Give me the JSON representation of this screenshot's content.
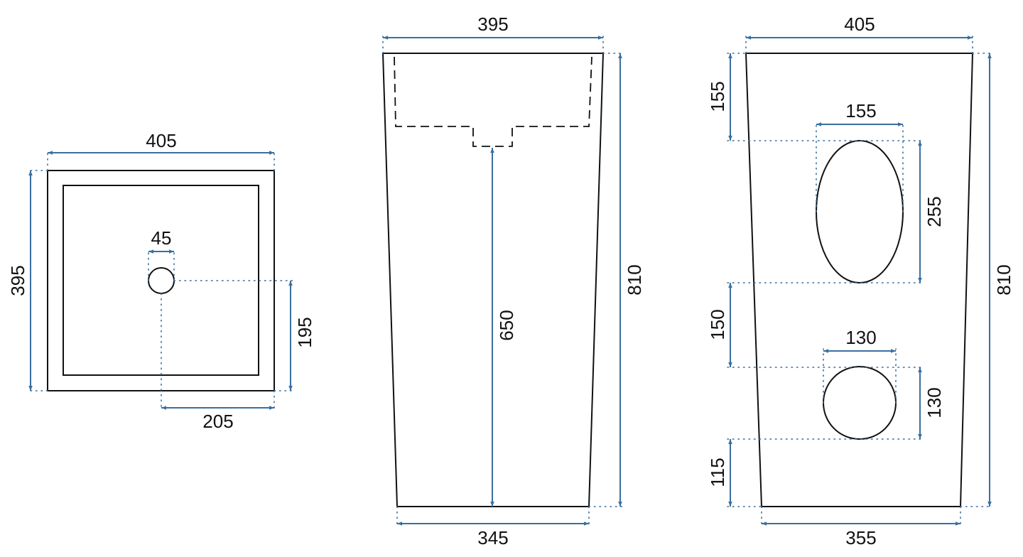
{
  "colors": {
    "outline": "#111111",
    "dimension": "#3a6f9e",
    "background": "#ffffff"
  },
  "top_view": {
    "width": "405",
    "depth": "395",
    "drain_diameter": "45",
    "drain_offset_y": "195",
    "drain_offset_x": "205"
  },
  "side_view": {
    "top_width": "395",
    "bottom_width": "345",
    "height": "810",
    "inner_height": "650"
  },
  "back_view": {
    "top_width": "405",
    "bottom_width": "355",
    "height": "810",
    "top_to_oval": "155",
    "oval_width": "155",
    "oval_height": "255",
    "oval_to_circle": "150",
    "circle_width": "130",
    "circle_height": "130",
    "circle_to_bottom": "115"
  }
}
